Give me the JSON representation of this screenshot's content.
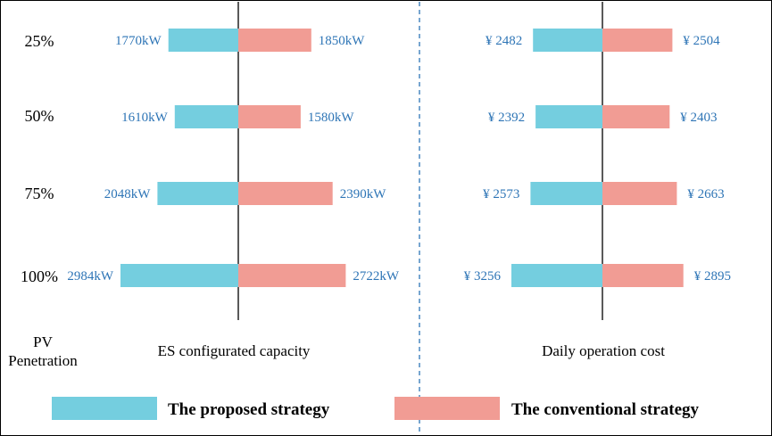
{
  "chart_data": [
    {
      "type": "bar",
      "title": "ES configurated capacity",
      "categories": [
        "25%",
        "50%",
        "75%",
        "100%"
      ],
      "category_axis_title": "PV Penetration",
      "series": [
        {
          "name": "The proposed strategy",
          "values": [
            1770,
            1610,
            2048,
            2984
          ],
          "labels": [
            "1770kW",
            "1610kW",
            "2048kW",
            "2984kW"
          ]
        },
        {
          "name": "The conventional strategy",
          "values": [
            1850,
            1580,
            2390,
            2722
          ],
          "labels": [
            "1850kW",
            "1580kW",
            "2390kW",
            "2722kW"
          ]
        }
      ]
    },
    {
      "type": "bar",
      "title": "Daily operation cost",
      "categories": [
        "25%",
        "50%",
        "75%",
        "100%"
      ],
      "series": [
        {
          "name": "The proposed strategy",
          "values": [
            2482,
            2392,
            2573,
            3256
          ],
          "labels": [
            "¥ 2482",
            "¥ 2392",
            "¥ 2573",
            "¥ 3256"
          ]
        },
        {
          "name": "The conventional strategy",
          "values": [
            2504,
            2403,
            2663,
            2895
          ],
          "labels": [
            "¥ 2504",
            "¥ 2403",
            "¥ 2663",
            "¥ 2895"
          ]
        }
      ]
    }
  ],
  "pv_label_line1": "PV",
  "pv_label_line2": "Penetration",
  "legend": {
    "proposed": "The proposed strategy",
    "conventional": "The conventional strategy"
  },
  "colors": {
    "proposed": "#74CEDF",
    "conventional": "#F19C94",
    "label_text": "#2E75B6",
    "divider": "#2E75B6"
  }
}
